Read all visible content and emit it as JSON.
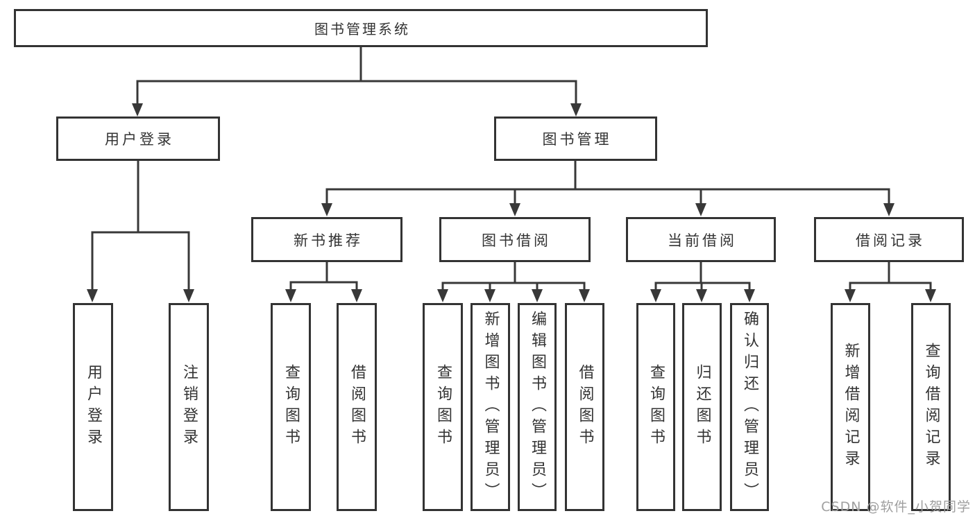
{
  "diagram": {
    "nodes": {
      "root": {
        "label": "图书管理系统"
      },
      "level2": {
        "user_login": {
          "label": "用户登录"
        },
        "book_management": {
          "label": "图书管理"
        }
      },
      "level3": {
        "new_book_recommend": {
          "label": "新书推荐"
        },
        "book_borrow": {
          "label": "图书借阅"
        },
        "current_borrow": {
          "label": "当前借阅"
        },
        "borrow_record": {
          "label": "借阅记录"
        }
      },
      "leaves": {
        "user_login": {
          "label": "用户登录"
        },
        "logout_login": {
          "label": "注销登录"
        },
        "nbr_query_book": {
          "label": "查询图书"
        },
        "nbr_borrow_book": {
          "label": "借阅图书"
        },
        "bb_query_book": {
          "label": "查询图书"
        },
        "bb_add_book_admin": {
          "label": "新增图书（管理员）"
        },
        "bb_edit_book_admin": {
          "label": "编辑图书（管理员）"
        },
        "bb_borrow_book": {
          "label": "借阅图书"
        },
        "cb_query_book": {
          "label": "查询图书"
        },
        "cb_return_book": {
          "label": "归还图书"
        },
        "cb_confirm_return_admin": {
          "label": "确认归还（管理员）"
        },
        "br_add_record": {
          "label": "新增借阅记录"
        },
        "br_query_record": {
          "label": "查询借阅记录"
        }
      }
    },
    "colors": {
      "line": "#383838",
      "border": "#333333",
      "text": "#333333",
      "watermark": "#9f9f9f",
      "background": "#ffffff"
    }
  },
  "watermark": {
    "text": "CSDN @软件_小贺同学"
  }
}
